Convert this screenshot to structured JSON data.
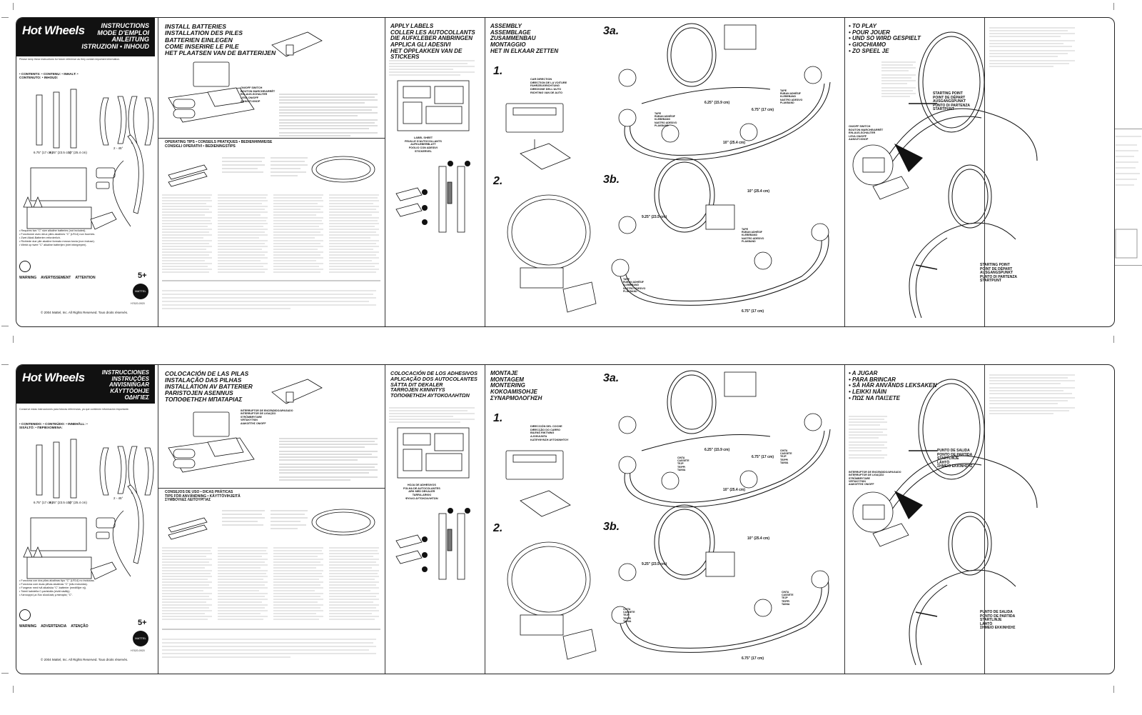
{
  "sheets": [
    {
      "brand": "Hot Wheels",
      "title_lines": [
        "INSTRUCTIONS",
        "MODE D'EMPLOI",
        "ANLEITUNG",
        "ISTRUZIONI • INHOUD"
      ],
      "intro": "Please keep these instructions for future reference as they contain important information.",
      "contents_label": "• CONTENTS: • CONTENU: • INHALT: • CONTENUTO: • INHOUD:",
      "track_lengths": [
        "6.75\" (17 cm)",
        "9.25\" (23.5 cm)",
        "10\" (25.4 cm)"
      ],
      "curve_label": "2 - 45°",
      "footer_bullets": [
        "• Requires two \"C\" size alkaline batteries (not included).",
        "• Fonctionne avec deux piles alcalines \"C\" (LR14) non fournies.",
        "• Zwei Alkali-Batterien erforderlich.",
        "• Richiede due pile alcaline formato mezza torcia (non incluse).",
        "• Werkt op twee \"C\" alkaline batterijen (niet inbegrepen)."
      ],
      "warning_labels": [
        "WARNING",
        "AVERTISSEMENT",
        "ATTENTION"
      ],
      "age": "5+",
      "mattel": "MATTEL",
      "code": "H7620-0920",
      "copyright": "© 2004 Mattel, Inc. All Rights Reserved. Tous droits réservés.",
      "install_title": [
        "INSTALL BATTERIES",
        "INSTALLATION DES PILES",
        "BATTERIEN EINLEGEN",
        "COME INSERIRE LE PILE",
        "HET PLAATSEN VAN DE BATTERIJEN"
      ],
      "switch_label": "ON/OFF SWITCH\nBOUTON MARCHE/ARRÊT\nEIN-AUS-SCHALTER\nLEVA ON/OFF\nAAN/UIT-KNOP",
      "operating_title": "OPERATING TIPS • CONSEILS PRATIQUES • BEDIENHINWEISE\nCONSIGLI OPERATIVI • BEDIENINGSTIPS",
      "labels_title": [
        "APPLY LABELS",
        "COLLER LES AUTOCOLLANTS",
        "DIE AUFKLEBER ANBRINGEN",
        "APPLICA GLI ADESIVI",
        "HET OPPLAKKEN VAN DE STICKERS"
      ],
      "label_sheet": "LABEL SHEET\nFEUILLE D'AUTOCOLLANTS\nAUFKLEBERBLATT\nFOGLIO CON ADESIVI\nSTICKERVEL",
      "assembly_title": [
        "ASSEMBLY",
        "ASSEMBLAGE",
        "ZUSAMMENBAU",
        "MONTAGGIO",
        "HET IN ELKAAR ZETTEN"
      ],
      "car_direction": "CAR DIRECTION\nDIRECTION DE LA VOITURE\nFAHRZEUGRICHTUNG\nDIREZIONE DELL'AUTO\nRICHTING VAN DE AUTO",
      "play_title": [
        "• TO PLAY",
        "• POUR JOUER",
        "• UND SO WIRD GESPIELT",
        "• GIOCHIAMO",
        "• ZO SPEEL JE"
      ],
      "starting_point": "STARTING POINT\nPOINT DE DÉPART\nAUSGANGSPUNKT\nPUNTO DI PARTENZA\nSTARTPUNT",
      "tape_label": "TAPE\nRUBAN ADHÉSIF\nKLEBEBAND\nNASTRO ADESIVO\nPLAKBAND",
      "dims": [
        "6.25\" (15.9 cm)",
        "6.75\" (17 cm)",
        "10\" (25.4 cm)",
        "9.25\" (23.5 cm)"
      ]
    },
    {
      "brand": "Hot Wheels",
      "title_lines": [
        "INSTRUCCIONES",
        "INSTRUÇÕES",
        "ANVISNINGAR",
        "KÄYTTÖOHJE",
        "ΟΔΗΓΙΕΣ"
      ],
      "intro": "Conserve estas instrucciones para futuras referencias, ya que contienen información importante.",
      "contents_label": "• CONTENIDO: • CONTEÚDO: • INNEHÅLL: • SISÄLTÖ: • ΠΕΡΙΕΧΟΜΕΝΑ:",
      "track_lengths": [
        "6.75\" (17 cm)",
        "9.25\" (23.5 cm)",
        "10\" (25.4 cm)"
      ],
      "curve_label": "2 - 45°",
      "footer_bullets": [
        "• Funciona con dos pilas alcalinas tipo \"C\" (LR14) no incluidas.",
        "• Funciona com duas pilhas alcalinas \"C\" (não incluídas).",
        "• Fungerar med två alkaliska \"C\"-batterier (medföljer ej).",
        "• Toimii kahdella C-paristolla (eivät sisälly).",
        "• Λειτουργεί με δύο αλκαλικές μπαταρίες \"C\"."
      ],
      "warning_labels": [
        "WARNING",
        "ADVERTENCIA",
        "ATENÇÃO"
      ],
      "age": "5+",
      "mattel": "MATTEL",
      "code": "H7620-0920",
      "copyright": "© 2004 Mattel, Inc. All Rights Reserved. Tous droits réservés.",
      "install_title": [
        "COLOCACIÓN DE LAS PILAS",
        "INSTALAÇÃO DAS PILHAS",
        "INSTALLATION AV BATTERIER",
        "PARISTOJEN ASENNUS",
        "ΤΟΠΟΘΕΤΗΣΗ ΜΠΑΤΑΡΙΑΣ"
      ],
      "switch_label": "INTERRUPTOR DE ENCENDIDO/APAGADO\nINTERRUPTOR DE LIGAÇÃO\nSTRÖMBRYTARE\nVIRTAKYTKIN\nΔΙΑΚΟΠΤΗΣ ON/OFF",
      "operating_title": "CONSEJOS DE USO • DICAS PRÁTICAS\nTIPS FÖR ANVÄNDNING • KÄYTTÖVIHJEITÄ\nΣΥΜΒΟΥΛΕΣ ΛΕΙΤΟΥΡΓΙΑΣ",
      "labels_title": [
        "COLOCACIÓN DE LOS ADHESIVOS",
        "APLICAÇÃO DOS AUTOCOLANTES",
        "SÄTTA DIT DEKALER",
        "TARROJEN KIINNITYS",
        "ΤΟΠΟΘΕΤΗΣΗ ΑΥΤΟΚΟΛΛΗΤΩΝ"
      ],
      "label_sheet": "HOJA DE ADHESIVOS\nFOLHA DE AUTOCOLANTES\nARK MED DEKALER\nTARRA-ARKKI\nΦΥΛΛΟ ΑΥΤΟΚΟΛΛΗΤΩΝ",
      "assembly_title": [
        "MONTAJE",
        "MONTAGEM",
        "MONTERING",
        "KOKOAMISOHJE",
        "ΣΥΝΑΡΜΟΛΟΓΗΣΗ"
      ],
      "car_direction": "DIRECCIÓN DEL COCHE\nDIRECÇÃO DO CARRO\nBILENS RIKTNING\nAJOSUUNTA\nΚΑΤΕΥΘΥΝΣΗ ΑΥΤΟΚΙΝΗΤΟΥ",
      "play_title": [
        "• A JUGAR",
        "• PARA BRINCAR",
        "• SÅ HÄR ANVÄNDS LEKSAKEN",
        "• LEIKKI NÄIN",
        "• ΠΩΣ ΝΑ ΠΑΙΞΕΤΕ"
      ],
      "starting_point": "PUNTO DE SALIDA\nPONTO DE PARTIDA\nSTARTLINJE\nLÄHTÖ\nΣΗΜΕΙΟ ΕΚΚΙΝΗΣΗΣ",
      "tape_label": "CINTA\nCASSETE\nTEJP\nTEIPPI\nTAINIA",
      "dims": [
        "6.25\" (15.9 cm)",
        "6.75\" (17 cm)",
        "10\" (25.4 cm)",
        "9.25\" (23.5 cm)"
      ]
    }
  ],
  "step_numbers": [
    "1.",
    "2.",
    "3a.",
    "3b."
  ]
}
